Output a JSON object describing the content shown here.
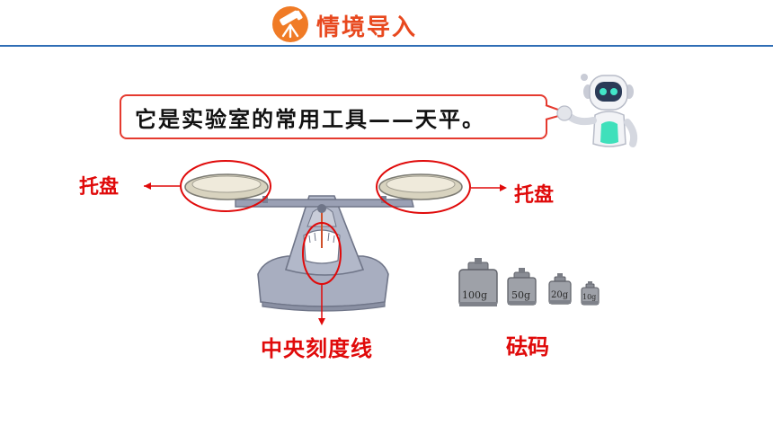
{
  "header": {
    "title": "情境导入",
    "icon": "telescope-icon"
  },
  "bubble": {
    "text": "它是实验室的常用工具——天平。"
  },
  "labels": {
    "left_pan": "托盘",
    "right_pan": "托盘",
    "center_line": "中央刻度线",
    "weights": "砝码"
  },
  "weights": [
    {
      "label": "100g"
    },
    {
      "label": "50g"
    },
    {
      "label": "20g"
    },
    {
      "label": "10g"
    }
  ],
  "colors": {
    "accent": "#e8491f",
    "header_line": "#2f6db5",
    "annotation_red": "#e00a0a",
    "balance_body": "#9aa0b4"
  }
}
